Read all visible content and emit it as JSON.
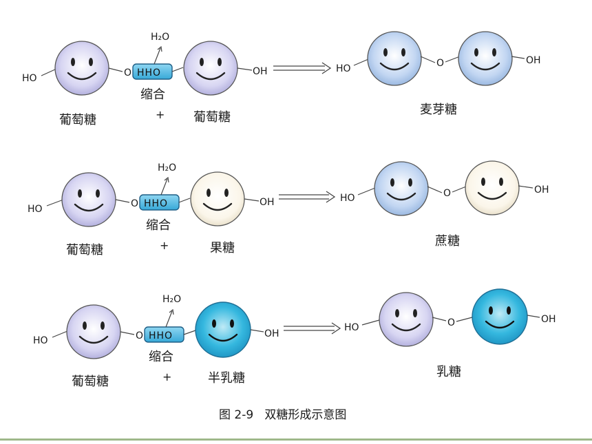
{
  "figure": {
    "caption": "图 2-9   双糖形成示意图",
    "reactions": [
      {
        "reactant_a": "葡萄糖",
        "reactant_b": "葡萄糖",
        "product": "麦芽糖",
        "operator": "+",
        "process": "缩合",
        "removed": "H₂O",
        "box_text": "HHO",
        "ring_b_style": "glucose"
      },
      {
        "reactant_a": "葡萄糖",
        "reactant_b": "果糖",
        "product": "蔗糖",
        "operator": "+",
        "process": "缩合",
        "removed": "H₂O",
        "box_text": "HHO",
        "ring_b_style": "fructose"
      },
      {
        "reactant_a": "葡萄糖",
        "reactant_b": "半乳糖",
        "product": "乳糖",
        "operator": "+",
        "process": "缩合",
        "removed": "H₂O",
        "box_text": "HHO",
        "ring_b_style": "galactose"
      }
    ],
    "group_labels": {
      "hydroxyl_left": "HO",
      "hydroxyl_right": "OH",
      "bridge_o": "O",
      "o_left_of_box": "O"
    },
    "colors": {
      "glucose": "#c9c8ec",
      "fructose": "#f8f2e2",
      "galactose": "#2fb4dc",
      "box": "#4fb8e0",
      "line": "#444444",
      "text": "#1a1a1a"
    }
  }
}
